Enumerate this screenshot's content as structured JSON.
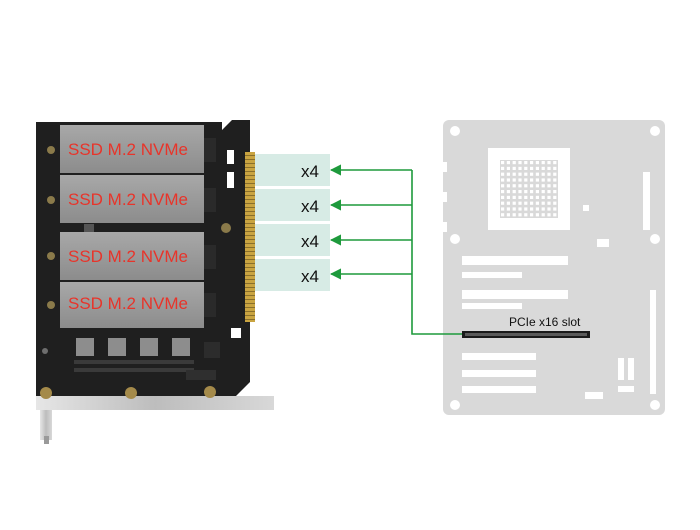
{
  "card": {
    "ssd_labels": [
      "SSD M.2 NVMe",
      "SSD M.2 NVMe",
      "SSD M.2 NVMe",
      "SSD M.2 NVMe"
    ]
  },
  "lanes": {
    "labels": [
      "x4",
      "x4",
      "x4",
      "x4"
    ]
  },
  "motherboard": {
    "slot_label": "PCIe x16 slot"
  },
  "colors": {
    "pcb": "#1f1f1f",
    "ssd_module": "#9a9a9a",
    "ssd_text": "#e8342a",
    "gold_fingers": "#c9a441",
    "lane_box": "#d7ebe5",
    "arrow": "#1e9a3c",
    "motherboard": "#d9d9d9",
    "bracket": "#cfcfcf"
  }
}
